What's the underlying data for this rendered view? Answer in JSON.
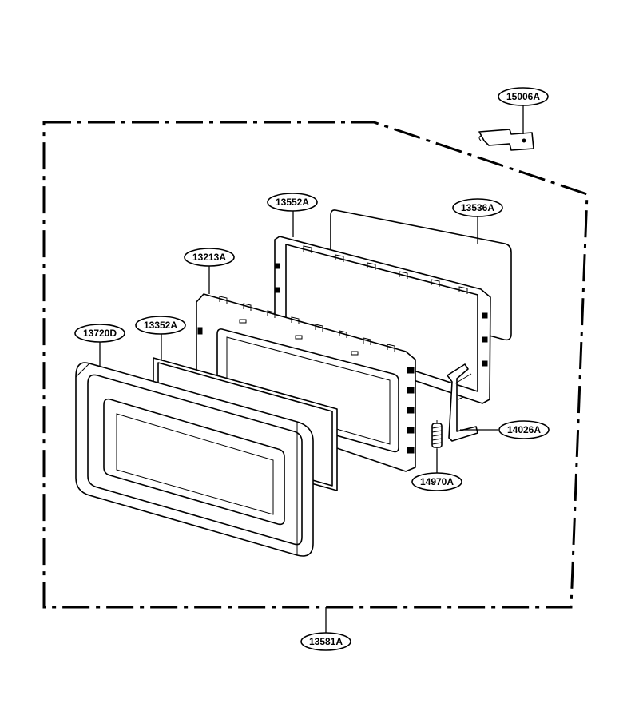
{
  "diagram": {
    "labels": [
      {
        "id": "15006A",
        "text": "15006A"
      },
      {
        "id": "13552A",
        "text": "13552A"
      },
      {
        "id": "13536A",
        "text": "13536A"
      },
      {
        "id": "13213A",
        "text": "13213A"
      },
      {
        "id": "13720D",
        "text": "13720D"
      },
      {
        "id": "13352A",
        "text": "13352A"
      },
      {
        "id": "14026A",
        "text": "14026A"
      },
      {
        "id": "14970A",
        "text": "14970A"
      },
      {
        "id": "13581A",
        "text": "13581A"
      }
    ]
  }
}
